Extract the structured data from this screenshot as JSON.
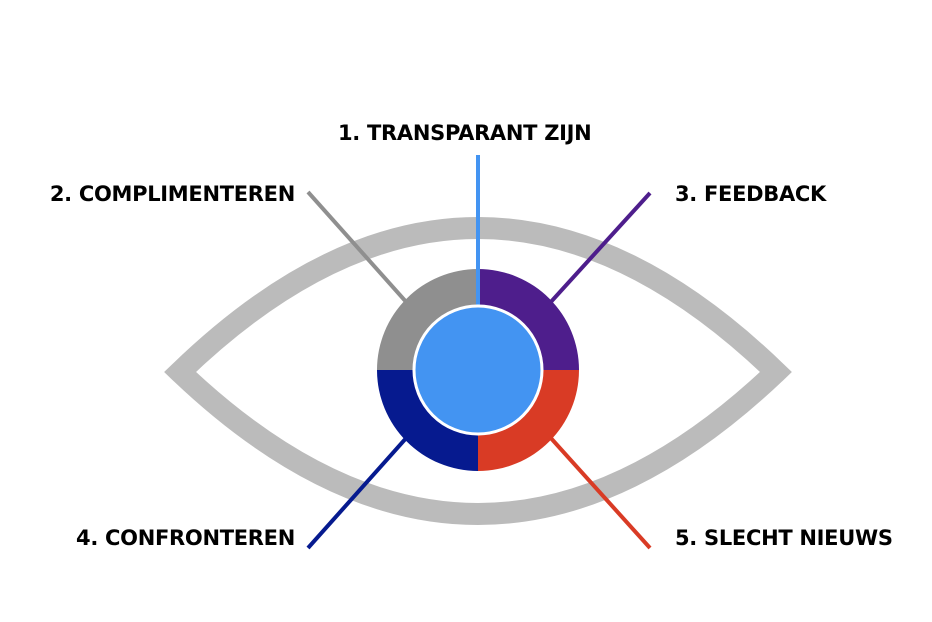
{
  "labels": {
    "l1": "1. TRANSPARANT ZIJN",
    "l2": "2. COMPLIMENTEREN",
    "l3": "3. FEEDBACK",
    "l4": "4. CONFRONTEREN",
    "l5": "5. SLECHT NIEUWS"
  },
  "colors": {
    "eye": "#bbbbbb",
    "transparant": "#4394f2",
    "complimenteren": "#8f8f8f",
    "feedback": "#4e1e8c",
    "confronteren": "#061a8f",
    "slecht_nieuws": "#d93b25"
  }
}
